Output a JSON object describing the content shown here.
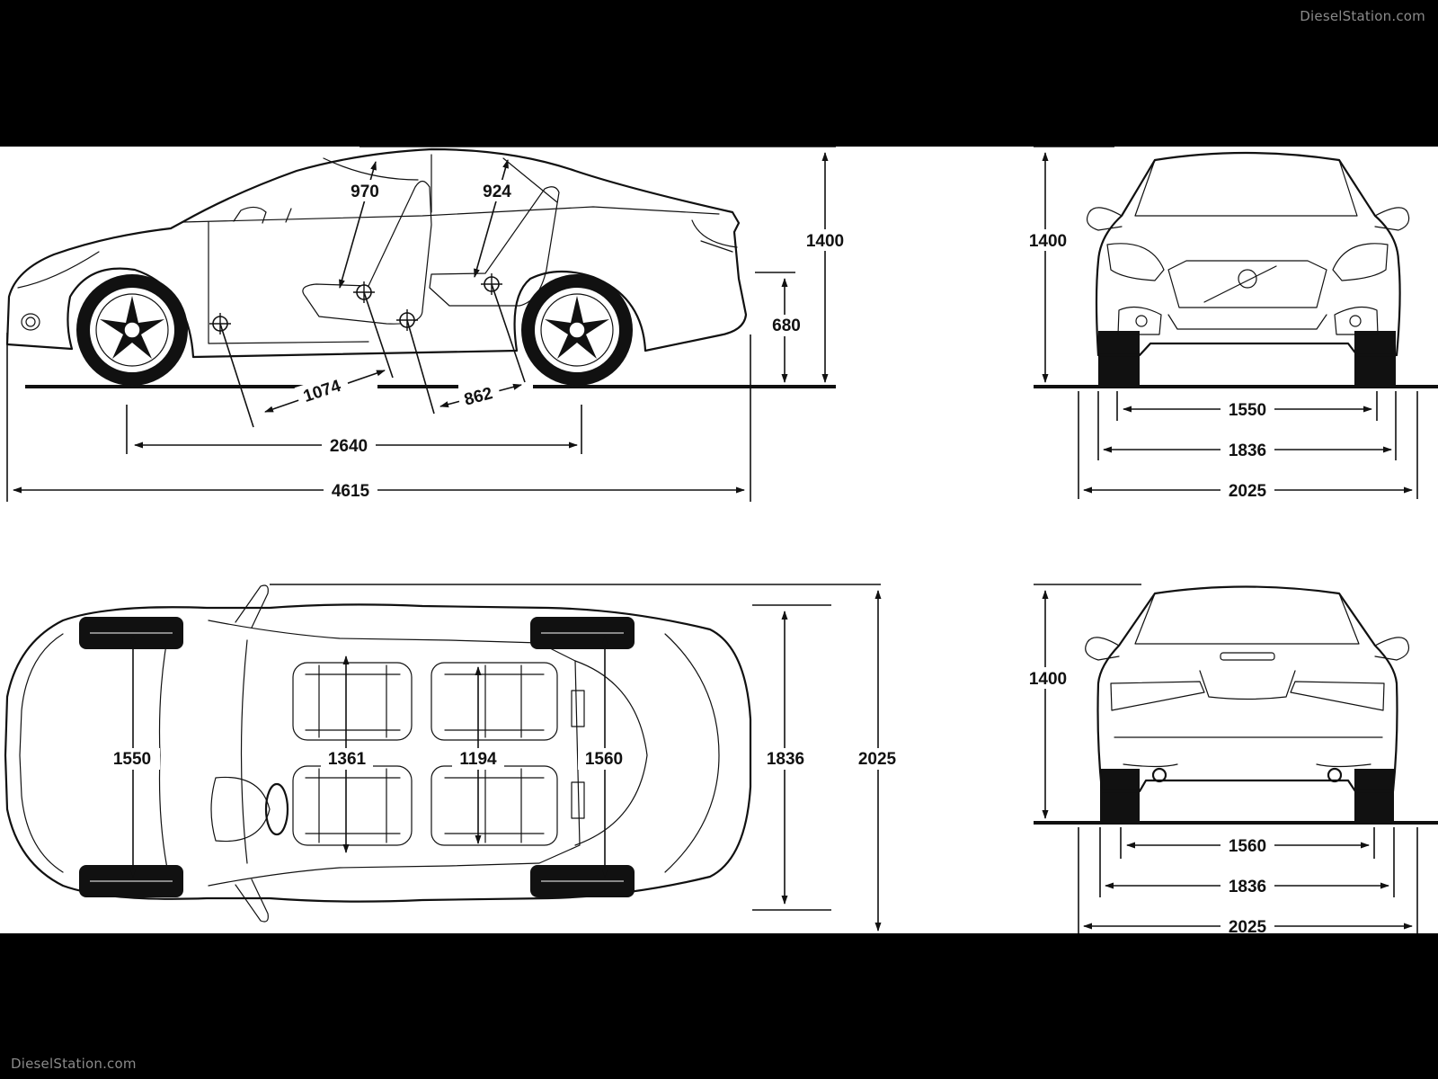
{
  "watermark": {
    "top": "DieselStation.com",
    "bottom": "DieselStation.com"
  },
  "side_view": {
    "headroom_front": "970",
    "headroom_rear": "924",
    "height": "1400",
    "trunk_height": "680",
    "legroom_front": "1074",
    "legroom_rear": "862",
    "wheelbase": "2640",
    "length": "4615"
  },
  "front_view": {
    "height": "1400",
    "track": "1550",
    "width": "1836",
    "width_mirrors": "2025"
  },
  "top_view": {
    "front_track": "1550",
    "shoulder_front": "1361",
    "shoulder_rear": "1194",
    "rear_track": "1560",
    "width": "1836",
    "width_mirrors": "2025"
  },
  "rear_view": {
    "height": "1400",
    "track": "1560",
    "width": "1836",
    "width_mirrors": "2025"
  }
}
